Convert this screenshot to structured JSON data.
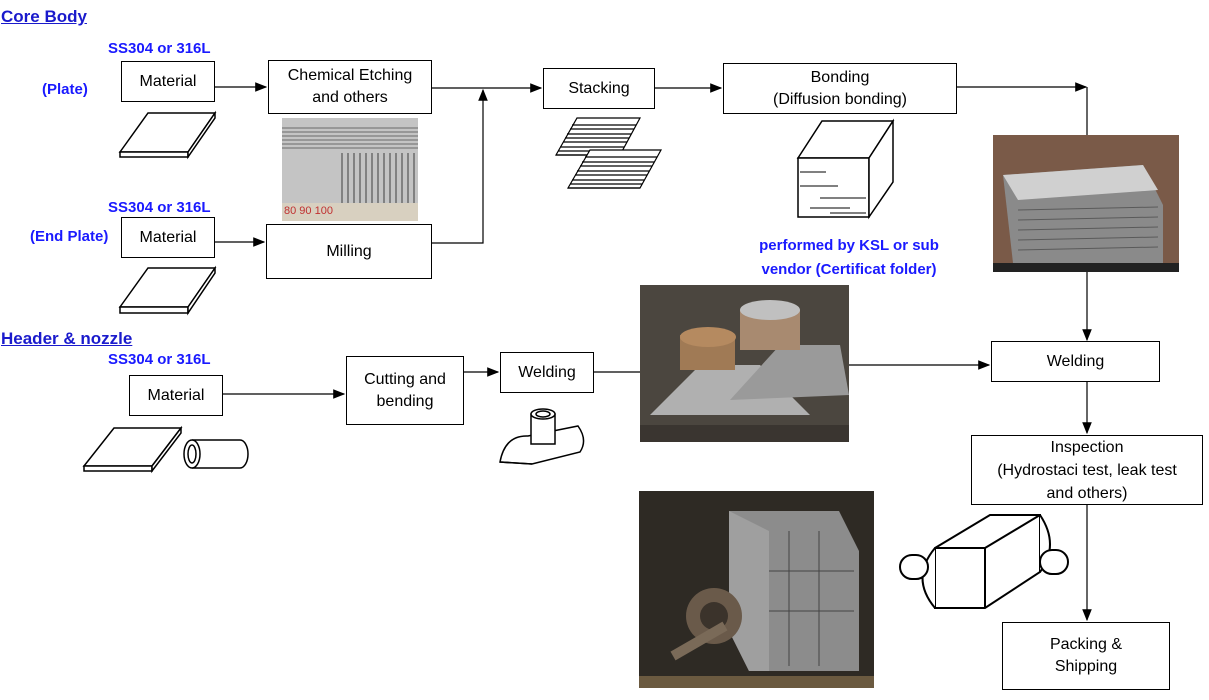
{
  "sections": {
    "core_body": "Core Body",
    "header_nozzle": "Header & nozzle"
  },
  "labels": {
    "material_spec_1": "SS304 or 316L",
    "material_spec_2": "SS304 or 316L",
    "material_spec_3": "SS304 or 316L",
    "plate": "(Plate)",
    "end_plate": "(End Plate)",
    "performed_by": "performed by KSL or sub\nvendor (Certificat folder)"
  },
  "boxes": {
    "material_1": "Material",
    "chemical_etching": "Chemical Etching\nand others",
    "stacking": "Stacking",
    "bonding": "Bonding\n(Diffusion bonding)",
    "material_2": "Material",
    "milling": "Milling",
    "material_3": "Material",
    "cutting_bending": "Cutting and\nbending",
    "welding_1": "Welding",
    "welding_2": "Welding",
    "inspection": "Inspection\n(Hydrostaci test, leak test\nand others)",
    "packing": "Packing &\nShipping"
  },
  "photo_ruler_marks": "80 90 100"
}
